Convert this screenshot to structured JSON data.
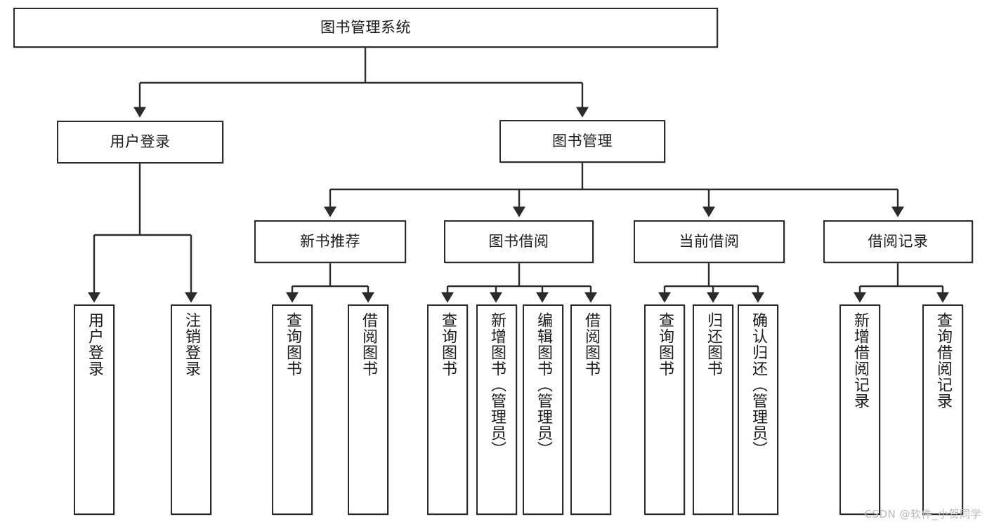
{
  "diagram": {
    "title": "图书管理系统",
    "watermark": "CSDN @软件_小贺同学",
    "colors": {
      "stroke": "#2b2b2b",
      "fill": "#ffffff",
      "text": "#1c1c1c",
      "watermark": "#b9b9b9"
    },
    "levels": {
      "root": {
        "label": "图书管理系统"
      },
      "level2": [
        {
          "label": "用户登录"
        },
        {
          "label": "图书管理"
        }
      ],
      "level3": [
        {
          "label": "新书推荐"
        },
        {
          "label": "图书借阅"
        },
        {
          "label": "当前借阅"
        },
        {
          "label": "借阅记录"
        }
      ],
      "leaves": {
        "user_login": [
          {
            "label": "用户登录"
          },
          {
            "label": "注销登录"
          }
        ],
        "new_book": [
          {
            "label": "查询图书"
          },
          {
            "label": "借阅图书"
          }
        ],
        "book_borrow": [
          {
            "label": "查询图书"
          },
          {
            "label": "新增图书（管理员）"
          },
          {
            "label": "编辑图书（管理员）"
          },
          {
            "label": "借阅图书"
          }
        ],
        "current_borrow": [
          {
            "label": "查询图书"
          },
          {
            "label": "归还图书"
          },
          {
            "label": "确认归还（管理员）"
          }
        ],
        "borrow_record": [
          {
            "label": "新增借阅记录"
          },
          {
            "label": "查询借阅记录"
          }
        ]
      }
    }
  }
}
